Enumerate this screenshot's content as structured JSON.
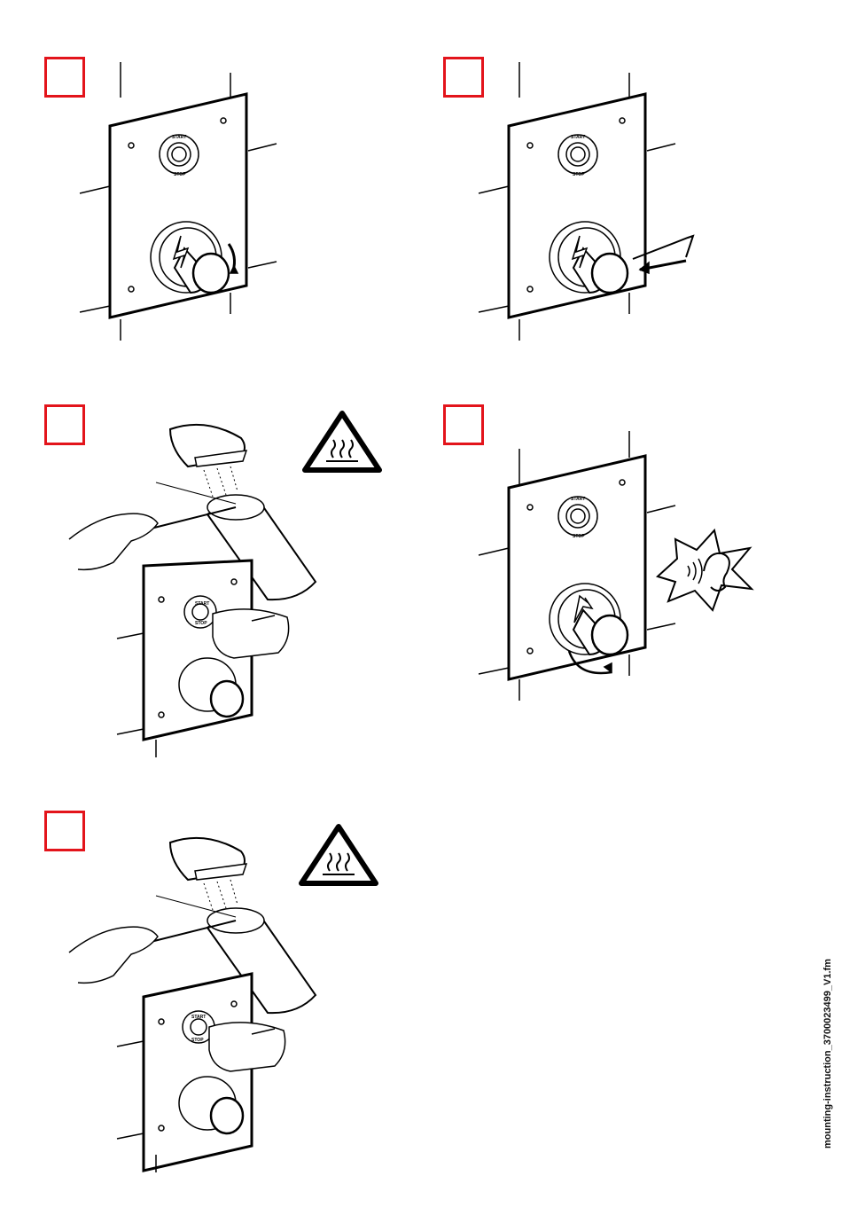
{
  "document": {
    "footer_filename": "mounting-instruction_3700023499_V1.fm"
  },
  "steps": [
    {
      "id": "step-1",
      "icon": "knob-rotate-icon"
    },
    {
      "id": "step-2",
      "icon": "hex-key-insert-icon"
    },
    {
      "id": "step-3",
      "icon": "hot-water-measure-icon",
      "warning_icon": "hot-surface-warning-icon"
    },
    {
      "id": "step-4",
      "icon": "knob-click-listen-icon"
    },
    {
      "id": "step-5",
      "icon": "hot-water-measure-icon",
      "warning_icon": "hot-surface-warning-icon"
    }
  ],
  "panel_labels": {
    "start": "START",
    "stop": "STOP"
  },
  "colors": {
    "step_box": "#e3141b",
    "line": "#000000"
  }
}
